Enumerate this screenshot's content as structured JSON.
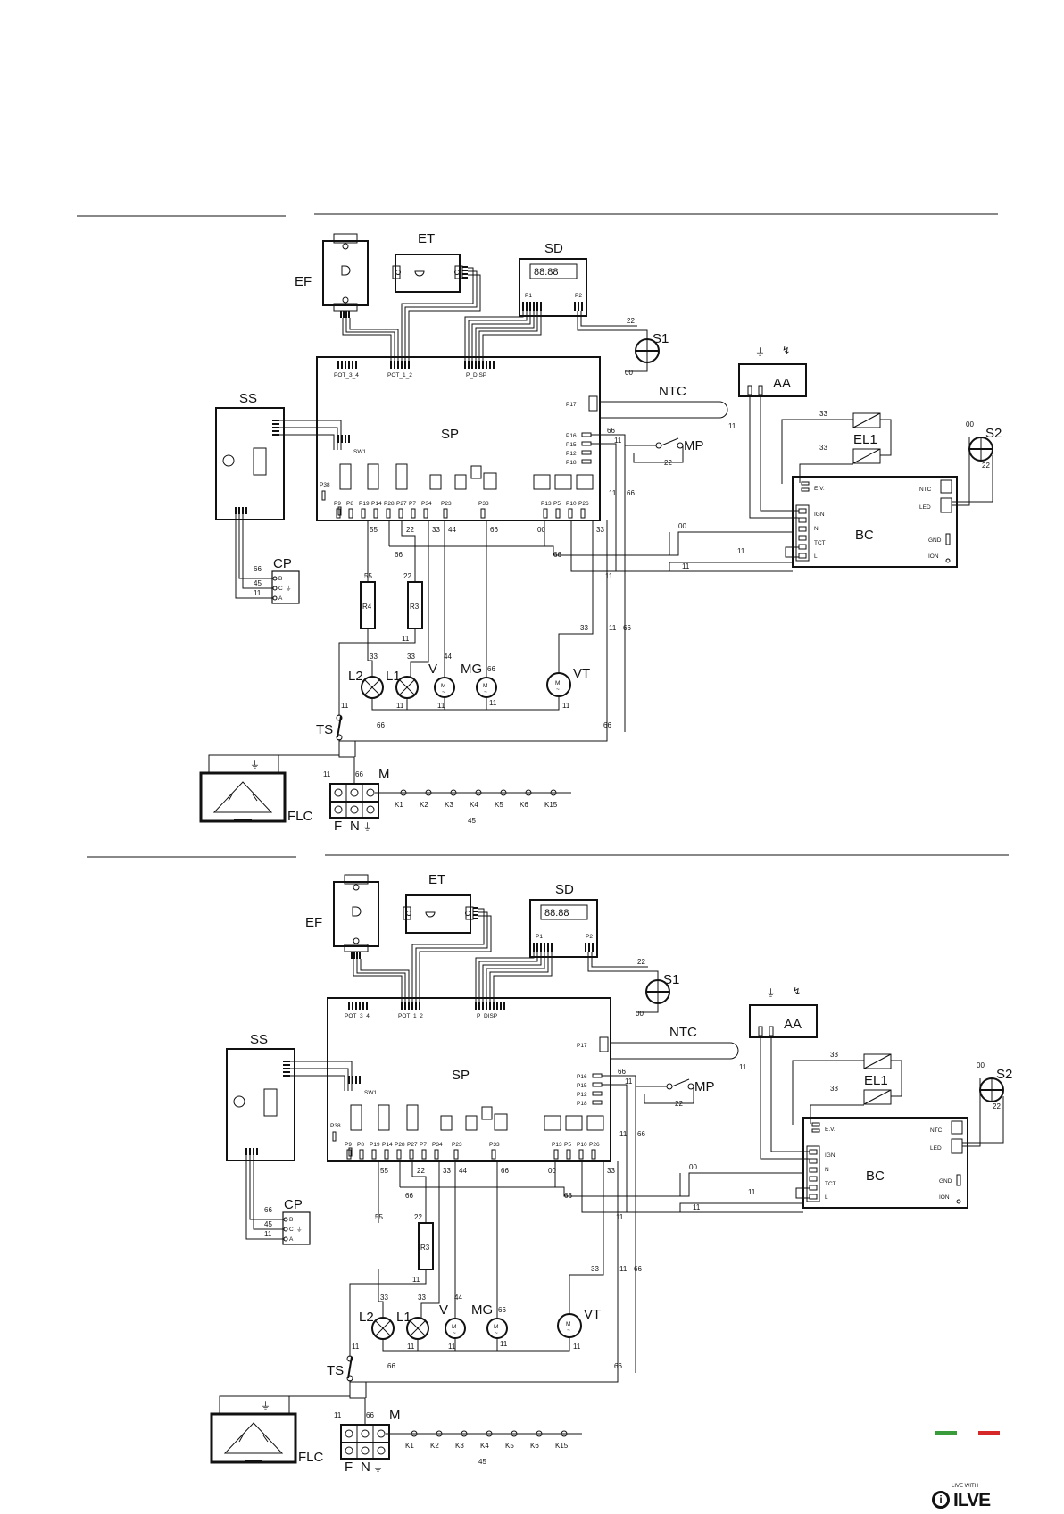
{
  "brand": {
    "tagline": "LIVE WITH",
    "name": "ILVE",
    "flag_green": "#3a9b3a",
    "flag_red": "#d62828",
    "logo_icon": "info-circle-icon"
  },
  "components": {
    "EF": "EF",
    "ET": "ET",
    "SD": "SD",
    "SD_display": "88:88",
    "S1": "S1",
    "S2": "S2",
    "NTC": "NTC",
    "AA": "AA",
    "EL1": "EL1",
    "MP": "MP",
    "SS": "SS",
    "SP": "SP",
    "BC": "BC",
    "CP": "CP",
    "R4": "R4",
    "R3": "R3",
    "L1": "L1",
    "L2": "L2",
    "V": "V",
    "MG": "MG",
    "VT": "VT",
    "TS": "TS",
    "FLC": "FLC",
    "M": "M",
    "F": "F",
    "N": "N"
  },
  "connectors": {
    "pot34": "POT_3_4",
    "pot12": "POT_1_2",
    "pdisp": "P_DISP",
    "p1": "P1",
    "p2": "P2",
    "sw1": "SW1",
    "p38": "P38",
    "p17": "P17",
    "p16": "P16",
    "p15": "P15",
    "p12": "P12",
    "p18": "P18",
    "ev": "E.V.",
    "ign": "IGN",
    "n": "N",
    "tct": "TCT",
    "l": "L",
    "ntc_bc": "NTC",
    "led": "LED",
    "gnd": "GND",
    "ion": "ION",
    "cp_b": "B",
    "cp_c": "C",
    "cp_a": "A"
  },
  "pin_labels": [
    "P9",
    "P8",
    "P19",
    "P14",
    "P28",
    "P27",
    "P7",
    "P34",
    "P23",
    "P33",
    "P13",
    "P5",
    "P10",
    "P26"
  ],
  "relays": [
    "K1",
    "K2",
    "K3",
    "K4",
    "K5",
    "K6",
    "K15"
  ],
  "wires": {
    "w00": "00",
    "w11": "11",
    "w22": "22",
    "w33": "33",
    "w44": "44",
    "w45": "45",
    "w55": "55",
    "w66": "66"
  }
}
